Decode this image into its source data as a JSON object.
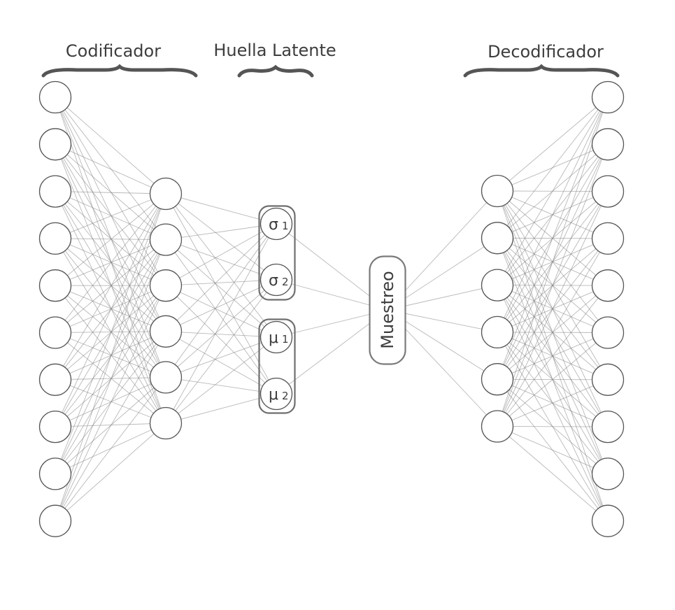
{
  "labels": {
    "encoder": "Codificador",
    "latent": "Huella Latente",
    "decoder": "Decodificador",
    "sampler": "Muestreo"
  },
  "latent_nodes": [
    {
      "symbol": "σ",
      "sub": "1"
    },
    {
      "symbol": "σ",
      "sub": "2"
    },
    {
      "symbol": "μ",
      "sub": "1"
    },
    {
      "symbol": "μ",
      "sub": "2"
    }
  ],
  "layers": {
    "encoder_input_nodes": 10,
    "encoder_hidden_nodes": 6,
    "decoder_hidden_nodes": 6,
    "decoder_output_nodes": 10
  }
}
